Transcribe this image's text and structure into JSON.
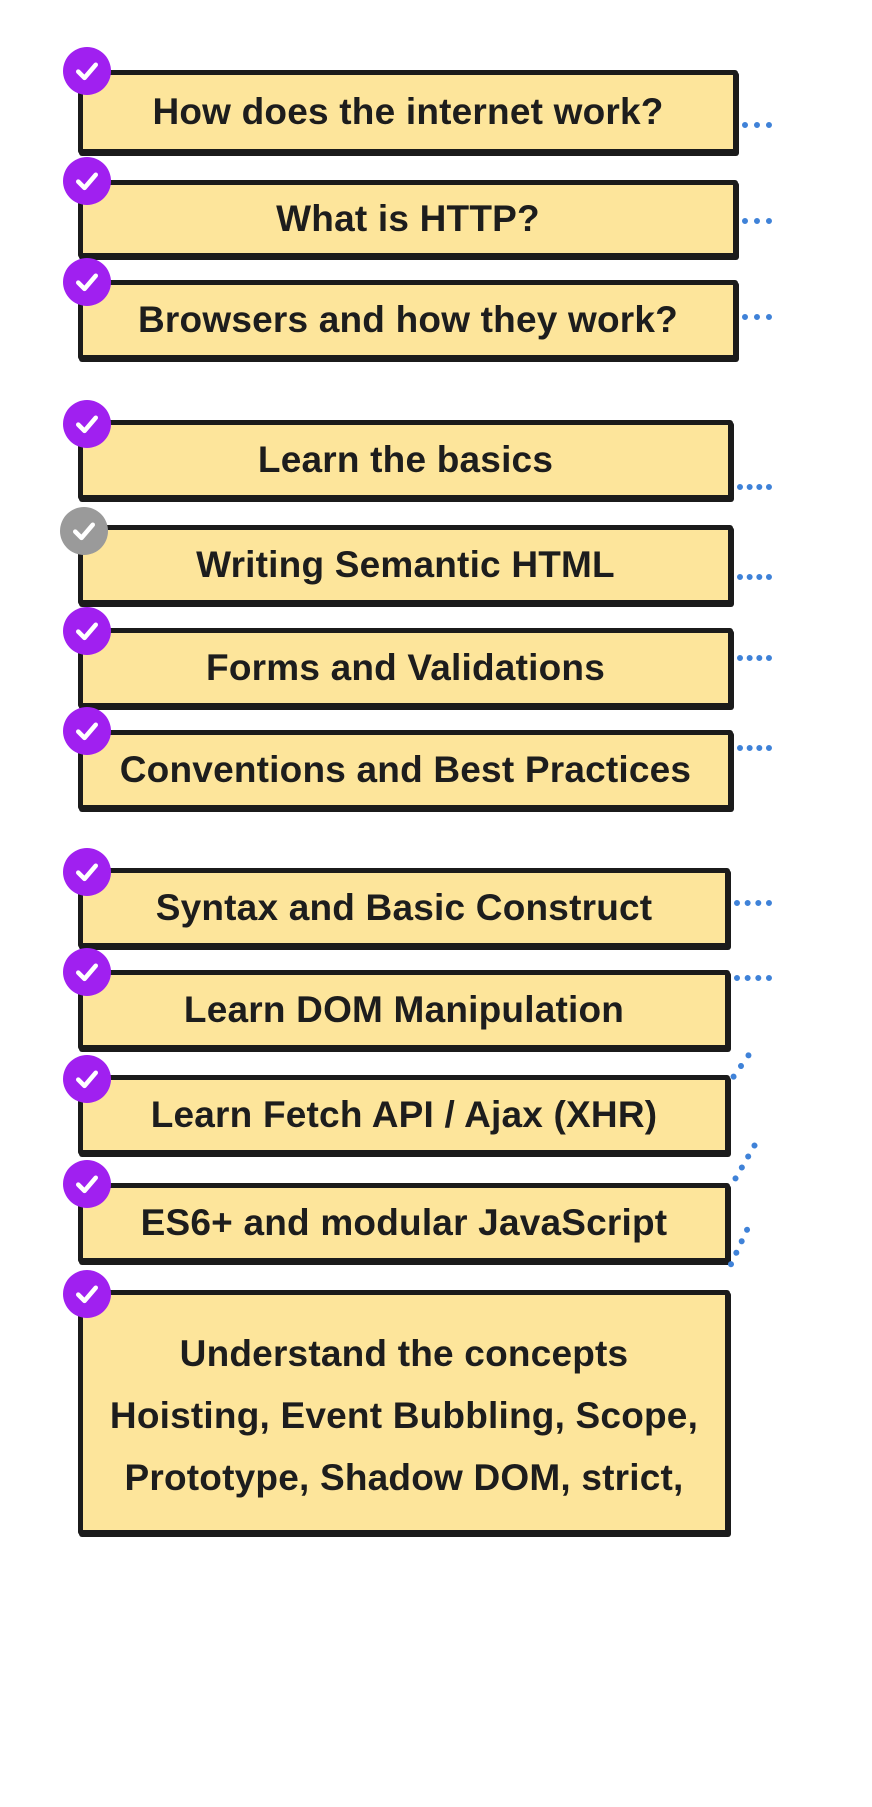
{
  "colors": {
    "card_fill": "#fde59b",
    "card_border": "#1b1b1b",
    "done_badge": "#a020f0",
    "pending_badge": "#9a9a9a",
    "connector": "#3f82d8"
  },
  "groups": [
    {
      "items": [
        {
          "label": "How does the internet work?",
          "status": "done"
        },
        {
          "label": "What is HTTP?",
          "status": "done"
        },
        {
          "label": "Browsers and how they work?",
          "status": "done"
        }
      ]
    },
    {
      "items": [
        {
          "label": "Learn the basics",
          "status": "done"
        },
        {
          "label": "Writing Semantic HTML",
          "status": "pending"
        },
        {
          "label": "Forms and Validations",
          "status": "done"
        },
        {
          "label": "Conventions and Best Practices",
          "status": "done"
        }
      ]
    },
    {
      "items": [
        {
          "label": "Syntax and Basic Construct",
          "status": "done"
        },
        {
          "label": "Learn DOM Manipulation",
          "status": "done"
        },
        {
          "label": "Learn Fetch API / Ajax (XHR)",
          "status": "done"
        },
        {
          "label": "ES6+ and modular JavaScript",
          "status": "done"
        },
        {
          "lines": [
            "Understand the concepts",
            "Hoisting, Event Bubbling, Scope,",
            "Prototype, Shadow DOM, strict,"
          ],
          "status": "done"
        }
      ]
    }
  ]
}
